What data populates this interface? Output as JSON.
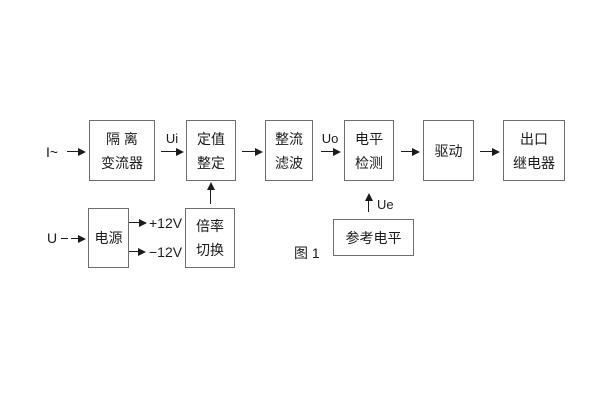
{
  "diagram": {
    "caption": "图 1",
    "inputs": {
      "current": "I~",
      "voltage": "U"
    },
    "signal_labels": {
      "ui": "Ui",
      "uo": "Uo",
      "ue": "Ue"
    },
    "power_outputs": {
      "plus": "+12V",
      "minus": "−12V"
    },
    "blocks": {
      "isolation": {
        "line1": "隔 离",
        "line2": "变流器"
      },
      "setting": {
        "line1": "定值",
        "line2": "整定"
      },
      "rectifier": {
        "line1": "整流",
        "line2": "滤波"
      },
      "level": {
        "line1": "电平",
        "line2": "检测"
      },
      "drive": {
        "label": "驱动"
      },
      "output_relay": {
        "line1": "出口",
        "line2": "继电器"
      },
      "power": {
        "label": "电源"
      },
      "ratio": {
        "line1": "倍率",
        "line2": "切换"
      },
      "reference": {
        "label": "参考电平"
      }
    },
    "colors": {
      "background": "#ffffff",
      "border": "#6e6e6e",
      "text": "#1c1c1c"
    }
  }
}
